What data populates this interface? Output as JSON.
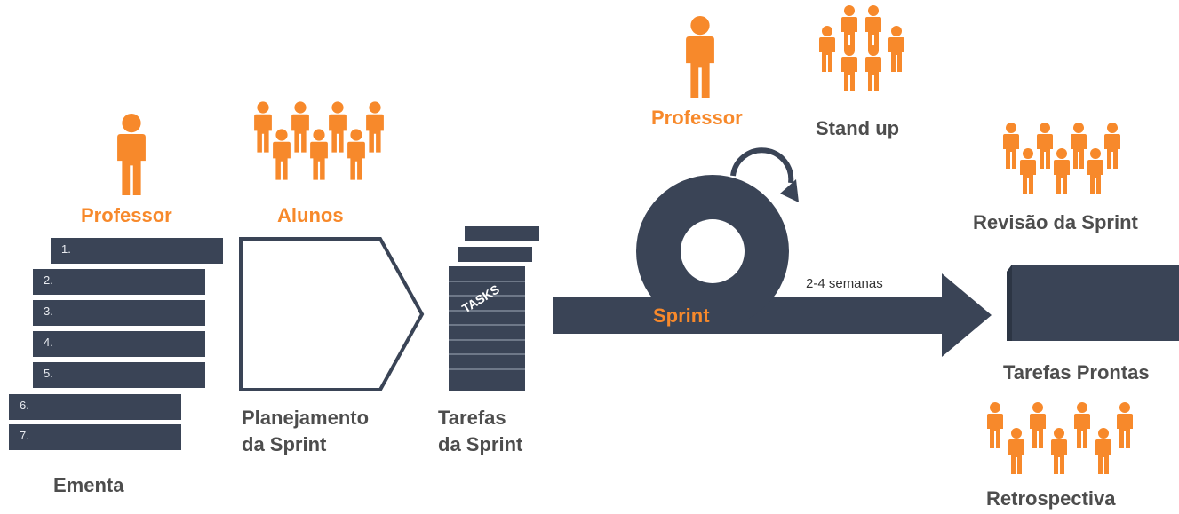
{
  "colors": {
    "accent": "#f7892b",
    "dark": "#3a4456",
    "text": "#4d4d4d"
  },
  "ementa": {
    "role": "Professor",
    "items": [
      "1.",
      "2.",
      "3.",
      "4.",
      "5.",
      "6.",
      "7."
    ],
    "label": "Ementa"
  },
  "planejamento": {
    "role": "Alunos",
    "label_line1": "Planejamento",
    "label_line2": "da Sprint"
  },
  "tarefas": {
    "stack_text": "TASKS",
    "label_line1": "Tarefas",
    "label_line2": "da Sprint"
  },
  "sprint": {
    "role": "Professor",
    "standup": "Stand up",
    "label": "Sprint",
    "duration": "2-4 semanas"
  },
  "output": {
    "review": "Revisão da Sprint",
    "done": "Tarefas Prontas",
    "retro": "Retrospectiva"
  }
}
